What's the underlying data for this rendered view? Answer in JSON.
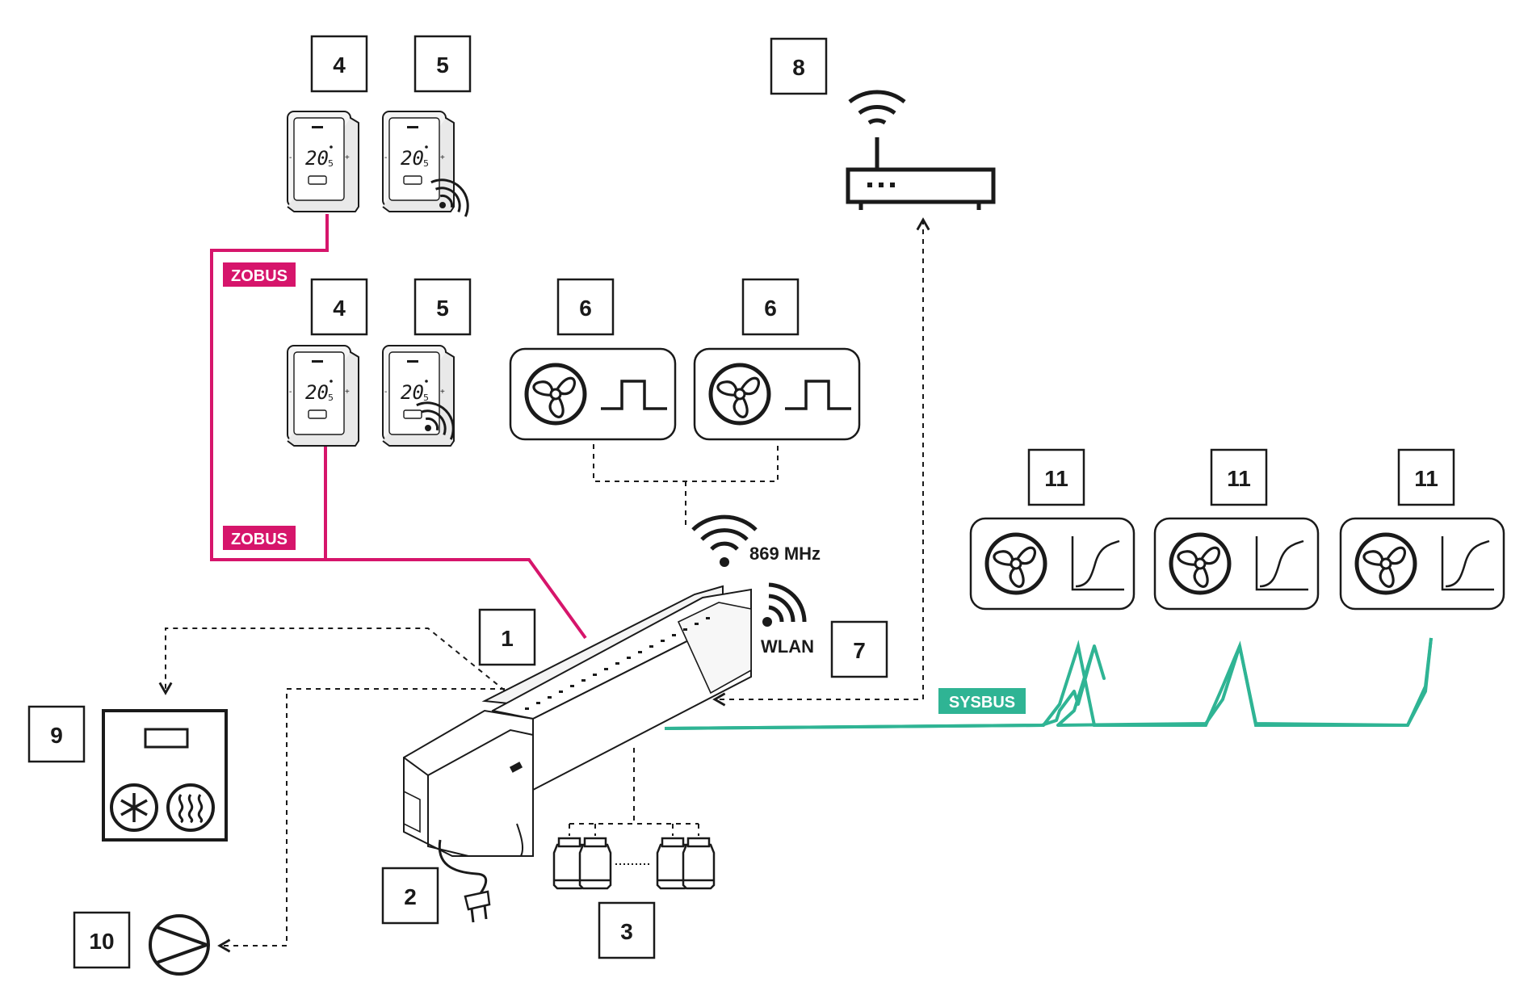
{
  "labels": {
    "bus_left_top": "ZOBUS",
    "bus_left_bottom": "ZOBUS",
    "bus_right": "SYSBUS",
    "radio": "869 MHz",
    "wlan": "WLAN"
  },
  "callouts": {
    "n1": "1",
    "n2": "2",
    "n3": "3",
    "n4a": "4",
    "n5a": "5",
    "n4b": "4",
    "n5b": "5",
    "n6a": "6",
    "n6b": "6",
    "n7": "7",
    "n8": "8",
    "n9": "9",
    "n10": "10",
    "n11a": "11",
    "n11b": "11",
    "n11c": "11"
  },
  "thermostat_readout": "20",
  "thermostat_decimal": "5",
  "colors": {
    "zobus": "#d6156b",
    "sysbus": "#2fb494",
    "ink": "#1a1a1a"
  }
}
